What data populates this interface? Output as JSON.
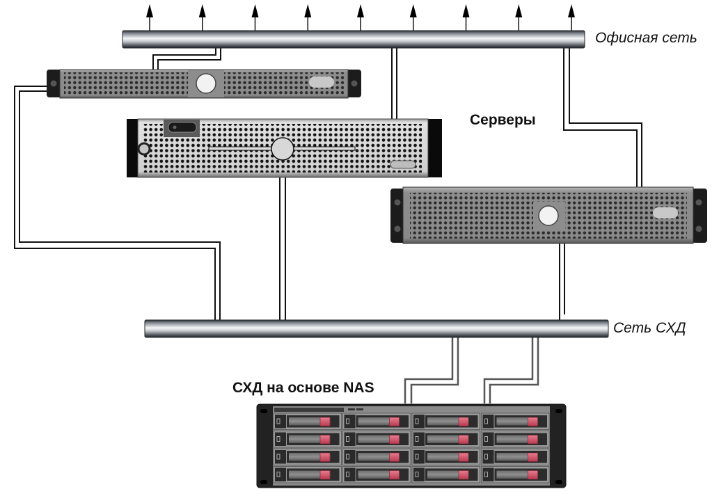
{
  "diagram": {
    "networks": {
      "office": {
        "label": "Офисная сеть",
        "uplink_count": 9
      },
      "san": {
        "label": "Сеть СХД"
      }
    },
    "groups": {
      "servers": {
        "label": "Серверы"
      },
      "storage": {
        "label": "СХД на основе NAS"
      }
    },
    "devices": [
      {
        "id": "server-1u",
        "type": "rack-server",
        "units": 1
      },
      {
        "id": "server-2u-a",
        "type": "rack-server",
        "units": 2
      },
      {
        "id": "server-2u-b",
        "type": "rack-server",
        "units": 2
      },
      {
        "id": "nas",
        "type": "storage-array",
        "rows": 4,
        "cols": 4
      }
    ],
    "connections": [
      {
        "from": "office-network",
        "to": "server-1u"
      },
      {
        "from": "office-network",
        "to": "server-2u-a"
      },
      {
        "from": "office-network",
        "to": "server-2u-b"
      },
      {
        "from": "server-1u",
        "to": "san-network"
      },
      {
        "from": "server-2u-a",
        "to": "san-network"
      },
      {
        "from": "server-2u-b",
        "to": "san-network"
      },
      {
        "from": "san-network",
        "to": "nas"
      },
      {
        "from": "san-network",
        "to": "nas"
      }
    ],
    "colors": {
      "bus_dark": "#2b3138",
      "bus_light": "#f4f6f8",
      "chassis_grey": "#8d8d8d",
      "chassis_silver": "#d4d4d4",
      "ear_dark": "#1c1c1c",
      "drive_latch": "#d9546a",
      "cable": "#111111"
    }
  }
}
